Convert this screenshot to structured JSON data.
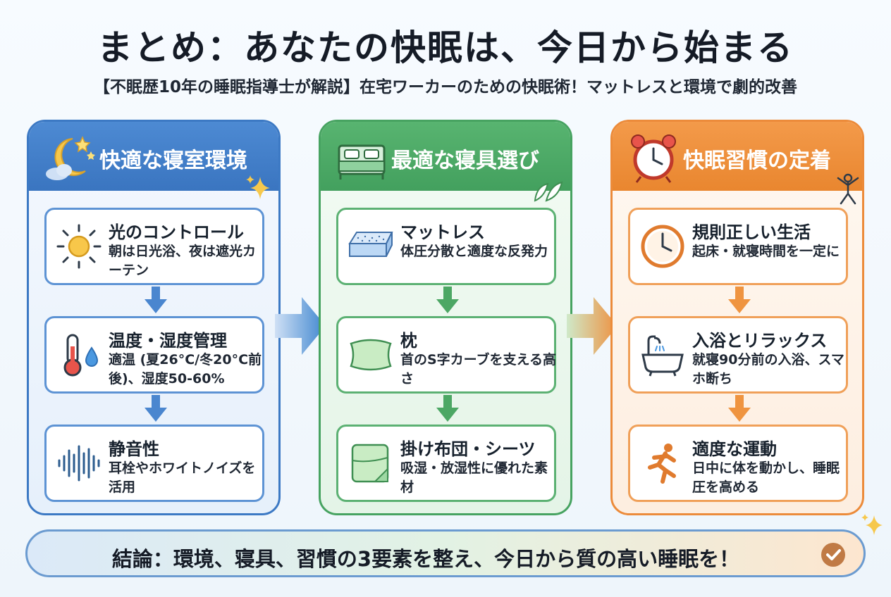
{
  "title": "まとめ：あなたの快眠は、今日から始まる",
  "subtitle": "【不眠歴10年の睡眠指導士が解説】在宅ワーカーのための快眠術！マットレスと環境で劇的改善",
  "columns": [
    {
      "title": "快適な寝室環境",
      "icon": "moon-stars-icon",
      "color": "#3c79c4",
      "cards": [
        {
          "title": "光のコントロール",
          "desc": "朝は日光浴、夜は遮光カーテン",
          "icon": "sun-icon"
        },
        {
          "title": "温度・湿度管理",
          "desc": "適温 (夏26°C/冬20°C前後)、湿度50-60%",
          "icon": "thermometer-icon"
        },
        {
          "title": "静音性",
          "desc": "耳栓やホワイトノイズを活用",
          "icon": "sound-wave-icon"
        }
      ]
    },
    {
      "title": "最適な寝具選び",
      "icon": "bed-icon",
      "color": "#47a361",
      "cards": [
        {
          "title": "マットレス",
          "desc": "体圧分散と適度な反発力",
          "icon": "mattress-icon"
        },
        {
          "title": "枕",
          "desc": "首のS字カーブを支える高さ",
          "icon": "pillow-icon"
        },
        {
          "title": "掛け布団・シーツ",
          "desc": "吸湿・放湿性に優れた素材",
          "icon": "blanket-icon"
        }
      ]
    },
    {
      "title": "快眠習慣の定着",
      "icon": "alarm-clock-icon",
      "color": "#ec8b3a",
      "cards": [
        {
          "title": "規則正しい生活",
          "desc": "起床・就寝時間を一定に",
          "icon": "clock-icon"
        },
        {
          "title": "入浴とリラックス",
          "desc": "就寝90分前の入浴、スマホ断ち",
          "icon": "bathtub-icon"
        },
        {
          "title": "適度な運動",
          "desc": "日中に体を動かし、睡眠圧を高める",
          "icon": "runner-icon"
        }
      ]
    }
  ],
  "footer": {
    "text": "結論：環境、寝具、習慣の3要素を整え、今日から質の高い睡眠を！",
    "icon": "check-circle-icon"
  }
}
